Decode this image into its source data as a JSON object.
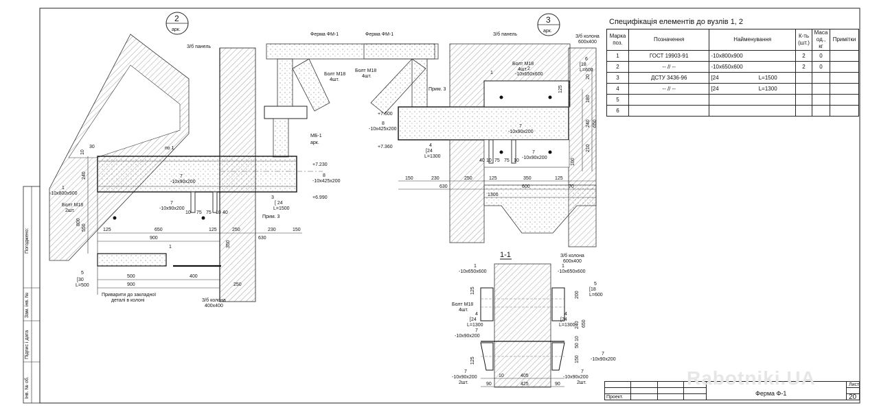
{
  "spec": {
    "title": "Специфікація елементів до вузлів 1, 2",
    "headers": [
      "Марка поз.",
      "Позначення",
      "Найменування",
      "К-ть (шт.)",
      "Маса од., кг",
      "Примітки"
    ],
    "rows": [
      [
        "1",
        "ГОСТ 19903-91",
        "-10x800x900",
        "",
        "2",
        "0",
        ""
      ],
      [
        "2",
        "-- // --",
        "-10x650x600",
        "",
        "2",
        "0",
        ""
      ],
      [
        "3",
        "ДСТУ 3436-96",
        "[24",
        "L=1500",
        "",
        "",
        ""
      ],
      [
        "4",
        "-- // --",
        "[24",
        "L=1300",
        "",
        "",
        ""
      ],
      [
        "5",
        "",
        "",
        "",
        "",
        "",
        ""
      ],
      [
        "6",
        "",
        "",
        "",
        "",
        "",
        ""
      ]
    ]
  },
  "title_block": {
    "proj": "Проект.",
    "name": "Ферма Ф-1",
    "sheet_label": "Лист",
    "sheet_no": "20"
  },
  "side_stamp": [
    "Погоджено:",
    "Зам. інв. №",
    "Підпис і дата",
    "Інв. № об."
  ],
  "watermark": "Rabotniki.UA",
  "node2": {
    "mark": "2",
    "mark_sub": "арк.",
    "panel": "З/б панель",
    "truss": "Ферма ФМ-1",
    "bolt_top": "Болт М18",
    "bolt_top_n": "4шт.",
    "mb": "МБ-1",
    "mb_sub": "арк.",
    "p8": "8",
    "p8v": "-10x425x200",
    "el1": "+7.230",
    "el2": "+6.990",
    "p1": "1",
    "p1v": "-10x800x900",
    "p7a": "7",
    "p7av": "-10x90x200",
    "p7b": "7",
    "p7bv": "-10x90x200",
    "p3": "3",
    "p3a": "[ 24",
    "p3b": "L=1500",
    "prim": "Прим. 3",
    "bolt_l": "Болт М18",
    "bolt_l_n": "2шт.",
    "po1": "по 1",
    "p5": "5",
    "p5a": "[30",
    "p5b": "L=500",
    "note1": "Приварити до закладної",
    "note2": "деталі в колоні",
    "col": "З/б колона",
    "col_v": "400x400",
    "d30": "30",
    "d10": "10",
    "d240": "240",
    "d800": "800",
    "d550": "550",
    "d125a": "125",
    "d650": "650",
    "d125b": "125",
    "d250a": "250",
    "d230": "230",
    "d150": "150",
    "d900a": "900",
    "d630": "630",
    "d350": "350",
    "d500": "500",
    "d400": "400",
    "d900b": "900",
    "d250b": "250",
    "s10a": "10",
    "s75a": "75",
    "s75b": "75",
    "s10b": "10",
    "s40": "40",
    "sec": "1"
  },
  "node3": {
    "mark": "3",
    "mark_sub": "арк.",
    "truss": "Ферма ФМ-1",
    "panel": "З/б панель",
    "col": "З/б колона",
    "col_v": "600x400",
    "bolt": "Болт М18",
    "bolt_n": "4шт.",
    "bolt2": "Болт М18",
    "bolt2_n": "4шт.",
    "p6": "6",
    "p6a": "[18",
    "p6b": "L=600",
    "p2": "2",
    "p2v": "-10x650x600",
    "prim": "Прим. 3",
    "el1": "+7.600",
    "el2": "+7.360",
    "p8": "8",
    "p8v": "-10x425x200",
    "p4": "4",
    "p4a": "[24",
    "p4b": "L=1300",
    "p7a": "7",
    "p7av": "-10x90x200",
    "p7b": "7",
    "p7bv": "-10x90x200",
    "d150": "150",
    "d230": "230",
    "d250": "250",
    "d125a": "125",
    "d350": "350",
    "d125b": "125",
    "d630": "630",
    "d600": "600",
    "d70": "70",
    "d1300": "1300",
    "v20": "20",
    "v125": "125",
    "v180": "180",
    "v240": "240",
    "v650": "650",
    "v210": "210",
    "v100": "100",
    "s40": "40",
    "s10a": "10",
    "s75a": "75",
    "s75b": "75",
    "s10b": "10",
    "sec": "1"
  },
  "section": {
    "label": "1-1",
    "col": "З/б колона",
    "col_v": "600x400",
    "p1l": "1",
    "p1lv": "-10x650x600",
    "p1r": "1",
    "p1rv": "-10x650x600",
    "p5": "5",
    "p5a": "[18",
    "p5b": "L=600",
    "bolt": "Болт М18",
    "bolt_n": "4шт.",
    "p4l": "4",
    "p4la": "[24",
    "p4lb": "L=1300",
    "p4r": "4",
    "p4ra": "[24",
    "p4rb": "L=1300",
    "p7l": "7",
    "p7lv": "-10x90x200",
    "p7r": "7",
    "p7rv": "-10x90x200",
    "p7bl": "7",
    "p7blv": "-10x90x200",
    "p7bl_n": "2шт.",
    "p7br": "7",
    "p7brv": "-10x90x200",
    "p7br_n": "2шт.",
    "d10": "10",
    "d405": "405",
    "d90a": "90",
    "d425": "425",
    "d90b": "90",
    "v125a": "125",
    "v200": "200",
    "v240": "240",
    "v650": "650",
    "v10": "10",
    "v50": "50",
    "v150": "150",
    "v125b": "125"
  }
}
